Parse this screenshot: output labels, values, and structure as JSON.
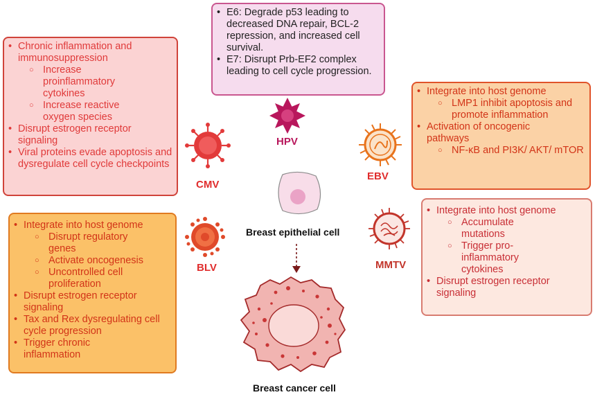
{
  "hpv": {
    "label": "HPV",
    "points": [
      "E6: Degrade p53 leading to decreased DNA repair, BCL-2 repression, and increased cell survival.",
      "E7: Disrupt Prb-EF2 complex leading to cell cycle progression."
    ]
  },
  "cmv": {
    "label": "CMV",
    "p1": "Chronic inflammation and immunosuppression",
    "p1_sub1": "Increase proinflammatory cytokines",
    "p1_sub2": "Increase reactive oxygen species",
    "p2": "Disrupt estrogen receptor signaling",
    "p3": "Viral proteins evade apoptosis and dysregulate cell cycle checkpoints"
  },
  "ebv": {
    "label": "EBV",
    "p1": "Integrate into host genome",
    "p1_sub1": "LMP1 inhibit apoptosis and promote inflammation",
    "p2": "Activation of oncogenic pathways",
    "p2_sub1": "NF-κB and PI3K/ AKT/ mTOR"
  },
  "blv": {
    "label": "BLV",
    "p1": "Integrate into host genome",
    "p1_sub1": "Disrupt regulatory genes",
    "p1_sub2": "Activate oncogenesis",
    "p1_sub3": "Uncontrolled cell proliferation",
    "p2": "Disrupt estrogen receptor signaling",
    "p3": "Tax and Rex dysregulating cell cycle progression",
    "p4": "Trigger chronic inflammation"
  },
  "mmtv": {
    "label": "MMTV",
    "p1": "Integrate into host genome",
    "p1_sub1": "Accumulate mutations",
    "p1_sub2": "Trigger pro-inflammatory cytokines",
    "p2": "Disrupt estrogen receptor signaling"
  },
  "cells": {
    "epithelial": "Breast epithelial cell",
    "cancer": "Breast cancer cell"
  },
  "colors": {
    "virus_red": "#e23a3a",
    "hpv_purple": "#b8175c",
    "ebv_orange": "#e8731c",
    "mmtv_red": "#c2352b",
    "cell_pink": "#f8dde9",
    "cancer_pink": "#f1b4b1"
  },
  "icons": [
    "cmv-virus-icon",
    "hpv-virus-icon",
    "ebv-virus-icon",
    "blv-virus-icon",
    "mmtv-virus-icon",
    "epithelial-cell-icon",
    "cancer-cell-icon",
    "transformation-arrow-icon"
  ]
}
